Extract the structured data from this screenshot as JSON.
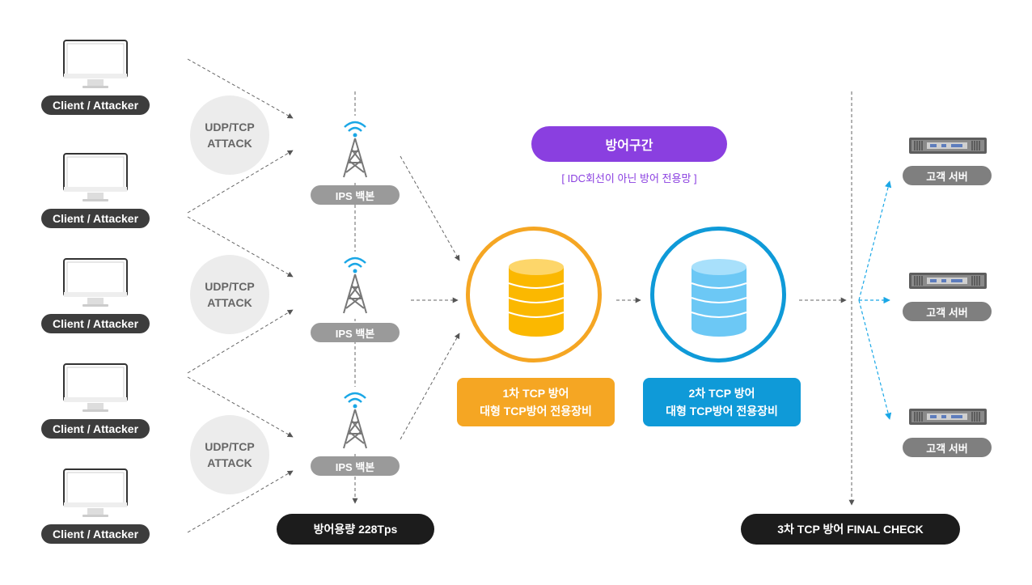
{
  "clients": [
    {
      "label": "Client / Attacker"
    },
    {
      "label": "Client / Attacker"
    },
    {
      "label": "Client / Attacker"
    },
    {
      "label": "Client / Attacker"
    },
    {
      "label": "Client / Attacker"
    }
  ],
  "attacks": [
    {
      "line1": "UDP/TCP",
      "line2": "ATTACK"
    },
    {
      "line1": "UDP/TCP",
      "line2": "ATTACK"
    },
    {
      "line1": "UDP/TCP",
      "line2": "ATTACK"
    }
  ],
  "ips_nodes": [
    {
      "label": "IPS 백본",
      "icon": "antenna-tower-icon"
    },
    {
      "label": "IPS 백본",
      "icon": "antenna-tower-icon"
    },
    {
      "label": "IPS 백본",
      "icon": "antenna-tower-icon"
    }
  ],
  "capacity_label": "방어용량 228Tps",
  "zone": {
    "title": "방어구간",
    "subtitle": "[ IDC회선이 아닌 방어 전용망 ]"
  },
  "stage1": {
    "line1": "1차 TCP 방어",
    "line2": "대형 TCP방어 전용장비",
    "icon": "database-icon"
  },
  "stage2": {
    "line1": "2차 TCP 방어",
    "line2": "대형 TCP방어 전용장비",
    "icon": "database-icon"
  },
  "final_check": "3차 TCP 방어 FINAL CHECK",
  "servers": [
    {
      "label": "고객 서버",
      "icon": "rack-server-icon"
    },
    {
      "label": "고객 서버",
      "icon": "rack-server-icon"
    },
    {
      "label": "고객 서버",
      "icon": "rack-server-icon"
    }
  ],
  "colors": {
    "stage1_accent": "#f5a623",
    "stage1_db": "#fbb800",
    "stage2_accent": "#0f9ad8",
    "stage2_db": "#6cc8f5",
    "zone_accent": "#8a3fe0",
    "wifi_signal": "#1aa7e6",
    "client_label_bg": "#3d3d3d",
    "capacity_bg": "#1c1c1c"
  }
}
